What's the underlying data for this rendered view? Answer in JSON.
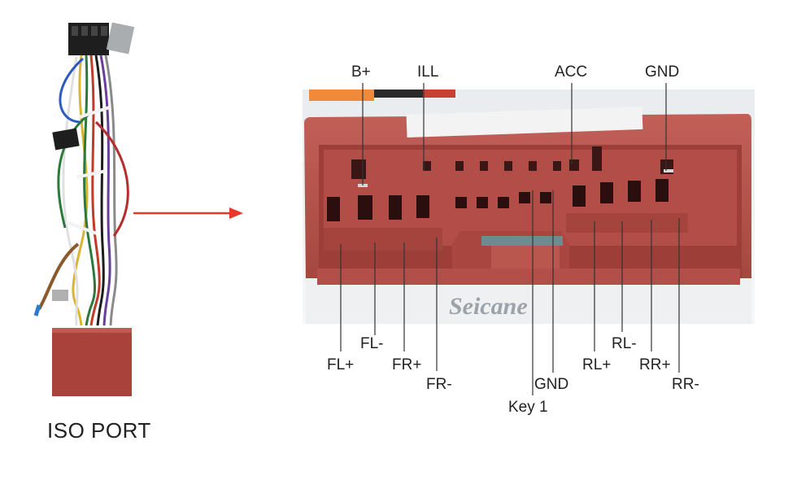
{
  "harness": {
    "caption": "ISO PORT"
  },
  "connector": {
    "watermark": "Seicane"
  },
  "pin_labels": {
    "b_plus": "B+",
    "ill": "ILL",
    "acc": "ACC",
    "gnd_top": "GND",
    "fl_minus": "FL-",
    "fl_plus": "FL+",
    "fr_plus": "FR+",
    "fr_minus": "FR-",
    "gnd_bottom": "GND",
    "key1": "Key 1",
    "rl_plus": "RL+",
    "rl_minus": "RL-",
    "rr_plus": "RR+",
    "rr_minus": "RR-"
  },
  "colors": {
    "arrow": "#e53a2a",
    "connector_body": "#b9574f",
    "leader_line": "#333333"
  }
}
